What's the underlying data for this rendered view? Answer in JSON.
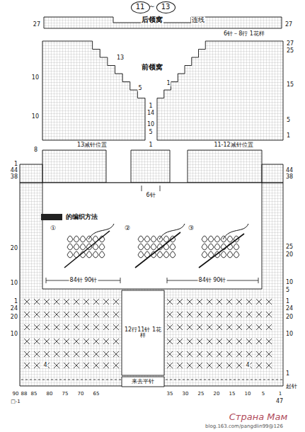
{
  "diagram": {
    "nodes": [
      {
        "text": [
          "11"
        ]
      },
      {
        "text": [
          "13"
        ]
      }
    ],
    "labels": [
      "～",
      "后领窝",
      "连线",
      "27",
      "27",
      "6针－8行 1花样",
      "前领窝",
      "13",
      "5",
      "1",
      "14",
      "10",
      "5",
      "1",
      "1",
      "10",
      "10",
      "27",
      "25",
      "15",
      "5",
      "1",
      "13减针位置",
      "11-12减针位置",
      "8",
      "1",
      "44",
      "38",
      "44",
      "38",
      "6针",
      "的编织方法",
      "①",
      "②",
      "③",
      "20",
      "10",
      "25",
      "20",
      "10",
      "5",
      "84针 90针",
      "84针 90针",
      "1",
      "24",
      "20",
      "10",
      "1",
      "24",
      "20",
      "10",
      "12行11针 1花样",
      "4",
      "4",
      "来去平针",
      "1",
      "起针",
      "90",
      "88",
      "85",
      "80",
      "75",
      "70",
      "65",
      "35",
      "30",
      "25",
      "20",
      "15",
      "10",
      "5",
      "1",
      "□-1",
      "47",
      "Страна Мам",
      "blog.163.com/pangdlin99@126"
    ]
  }
}
